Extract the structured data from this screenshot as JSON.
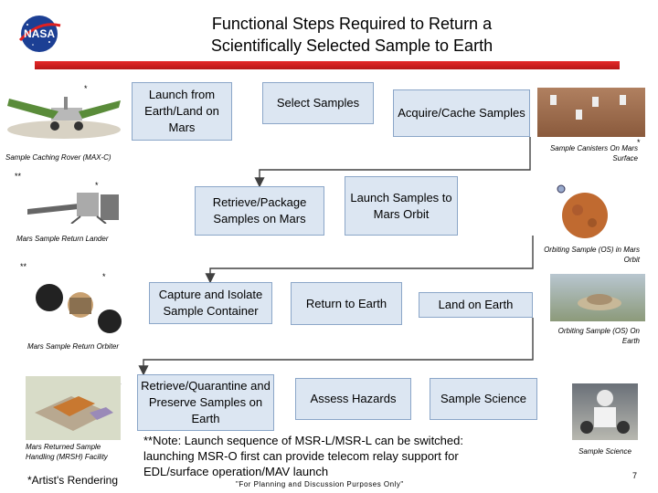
{
  "title_lines": [
    "Functional Steps Required to Return a",
    "Scientifically Selected Sample to Earth"
  ],
  "logo": {
    "text": "NASA",
    "icon": "nasa-meatball-logo"
  },
  "steps": {
    "launch": "Launch from Earth/Land on Mars",
    "select": "Select Samples",
    "acquire": "Acquire/Cache Samples",
    "retrieve": "Retrieve/Package Samples on Mars",
    "launch_orbit": "Launch Samples to Mars Orbit",
    "capture": "Capture and Isolate Sample Container",
    "return": "Return to Earth",
    "land": "Land on Earth",
    "quarantine": "Retrieve/Quarantine and Preserve Samples on Earth",
    "hazards": "Assess Hazards",
    "science": "Sample Science"
  },
  "captions": {
    "rover": "Sample Caching Rover (MAX-C)",
    "canisters": "Sample Canisters On Mars Surface",
    "lander": "Mars Sample Return Lander",
    "orbiting": "Orbiting Sample (OS) in Mars Orbit",
    "orbiter": "Mars Sample Return Orbiter",
    "os_earth": "Orbiting Sample (OS) On Earth",
    "facility": "Mars Returned Sample Handling (MRSH) Facility",
    "science_photo": "Sample Science"
  },
  "markers": {
    "star": "*",
    "double_star": "**"
  },
  "note": "**Note: Launch sequence of MSR-L/MSR-L can be switched: launching MSR-O first can provide telecom relay support for EDL/surface operation/MAV launch",
  "footer": "\"For Planning and Discussion Purposes Only\"",
  "artist_note": "*Artist's Rendering",
  "page_number": "7",
  "colors": {
    "box_fill": "#dce6f2",
    "box_border": "#8ba6c8",
    "accent_bar": "#d42020",
    "connector": "#404040"
  }
}
